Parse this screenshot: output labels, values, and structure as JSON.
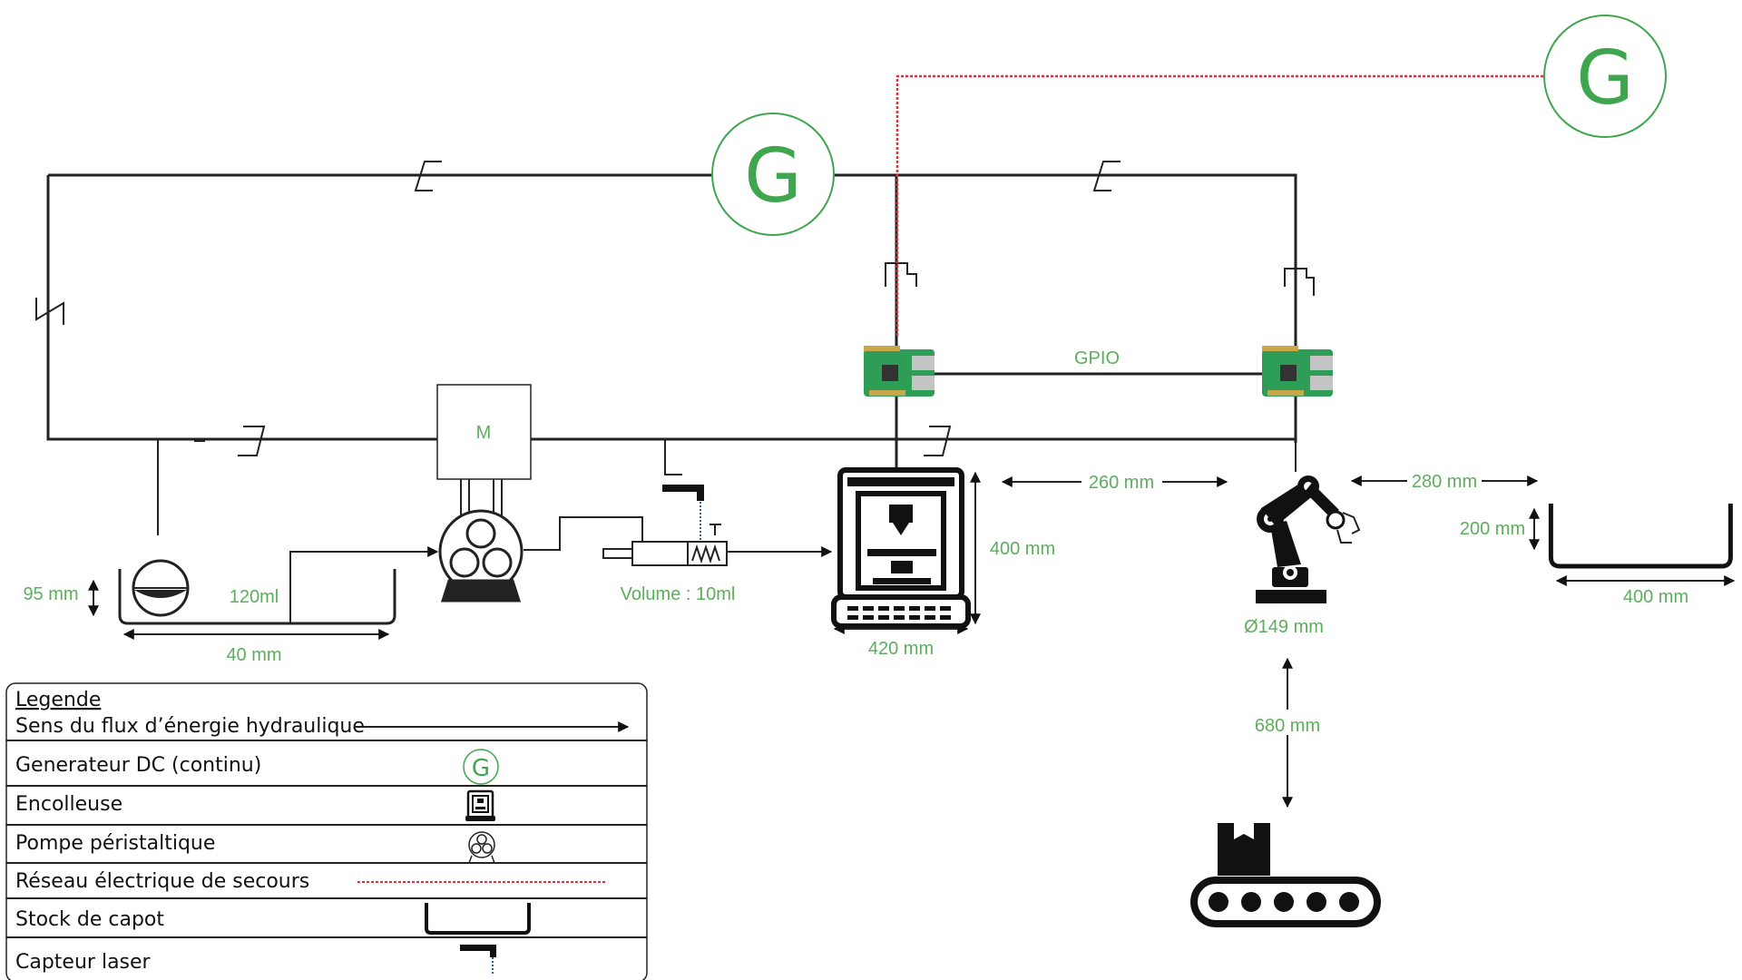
{
  "diagram": {
    "motor_label": "M",
    "gpio_label": "GPIO",
    "generator_letter": "G",
    "colors": {
      "line": "#222222",
      "accent_green": "#3fa64f",
      "label_green": "#5cae5c",
      "backup_red": "#e0303a",
      "sensor_blue": "#2a5fb0",
      "pcb_green": "#2e9d55"
    },
    "dimensions": {
      "reservoir_height": "95 mm",
      "reservoir_volume": "120ml",
      "reservoir_width": "40 mm",
      "dose_volume": "Volume : 10ml",
      "glue_width": "420 mm",
      "glue_height": "400 mm",
      "glue_to_robot": "260 mm",
      "robot_diameter": "Ø149 mm",
      "robot_to_stock": "280 mm",
      "stock_height": "200 mm",
      "stock_width": "400 mm",
      "robot_to_conveyor": "680 mm"
    }
  },
  "legend": {
    "title": "Legende",
    "rows": [
      {
        "label": "Sens du flux d’énergie hydraulique",
        "icon": "arrow-icon"
      },
      {
        "label": "Generateur DC (continu)",
        "icon": "generator-icon"
      },
      {
        "label": "Encolleuse",
        "icon": "glue-machine-icon"
      },
      {
        "label": "Pompe péristaltique",
        "icon": "pump-icon"
      },
      {
        "label": "Réseau électrique de secours",
        "icon": "backup-line-icon"
      },
      {
        "label": "Stock de capot",
        "icon": "hood-stock-icon"
      },
      {
        "label": "Capteur laser",
        "icon": "laser-sensor-icon"
      }
    ]
  }
}
